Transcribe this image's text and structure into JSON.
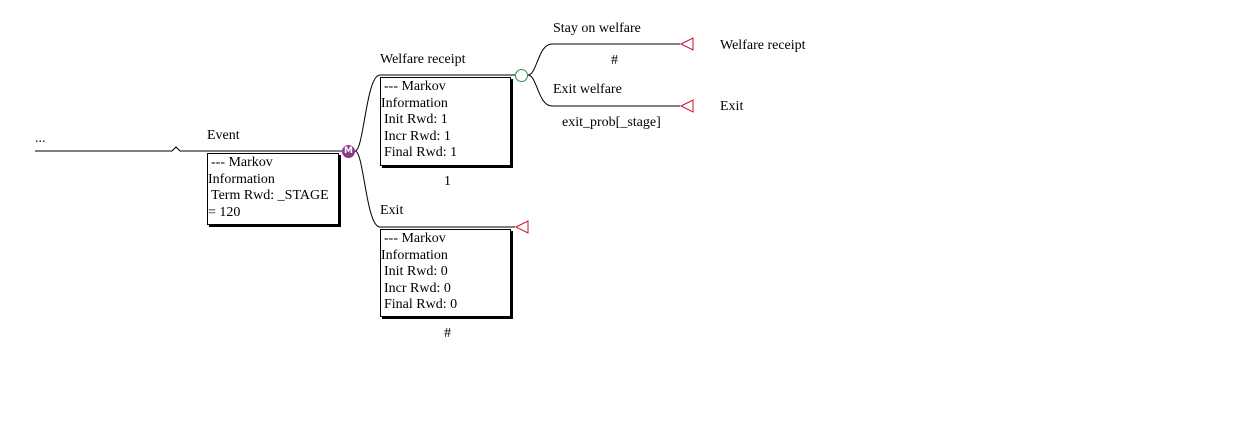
{
  "root": {
    "label": "..."
  },
  "event": {
    "label": "Event",
    "info": {
      "header": "--- Markov",
      "header2": "Information",
      "term_rwd_line1": "Term Rwd: _STAGE",
      "term_rwd_line2": "= 120"
    },
    "node_letter": "M"
  },
  "welfare_branch": {
    "label": "Welfare receipt",
    "info": {
      "header": "--- Markov",
      "header2": "Information",
      "init": "Init Rwd: 1",
      "incr": "Incr Rwd: 1",
      "final": "Final Rwd: 1"
    },
    "prob": "1",
    "stay": {
      "label": "Stay on welfare",
      "prob": "#",
      "terminal": "Welfare receipt"
    },
    "exit": {
      "label": "Exit welfare",
      "prob": "exit_prob[_stage]",
      "terminal": "Exit"
    }
  },
  "exit_branch": {
    "label": "Exit",
    "info": {
      "header": "--- Markov",
      "header2": "Information",
      "init": "Init Rwd: 0",
      "incr": "Incr Rwd: 0",
      "final": "Final Rwd: 0"
    },
    "prob": "#"
  },
  "colors": {
    "line": "#000000",
    "terminal": "#c8102e",
    "markov_node": "#8b3a8b",
    "chance_node": "#2e8b57"
  }
}
